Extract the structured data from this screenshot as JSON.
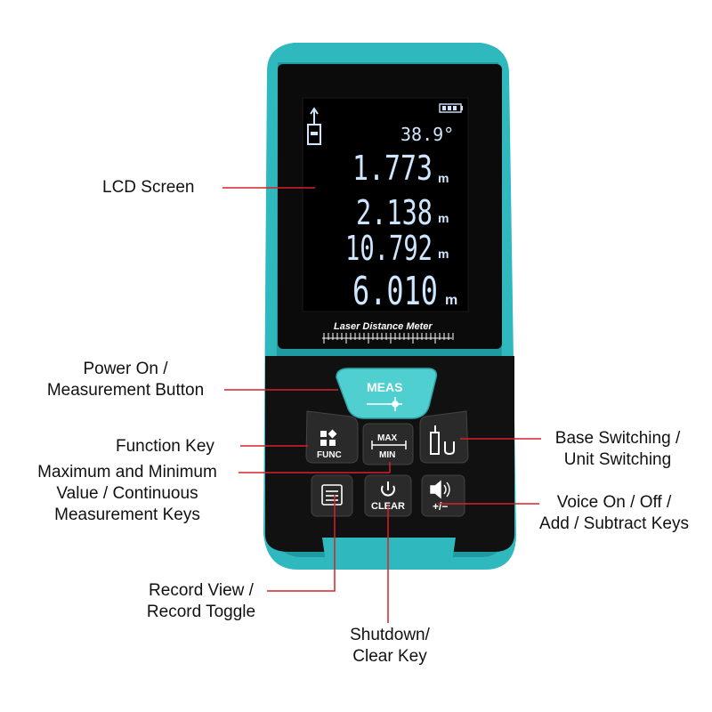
{
  "device": {
    "screen": {
      "angle_reading": "38.9°",
      "readings": [
        {
          "value": "1.773",
          "unit": "m"
        },
        {
          "value": "2.138",
          "unit": "m"
        },
        {
          "value": "10.792",
          "unit": "m"
        },
        {
          "value": "6.010",
          "unit": "m"
        }
      ]
    },
    "brand_text": "Laser  Distance Meter",
    "keys": {
      "meas": "MEAS",
      "func": "FUNC",
      "max": "MAX",
      "min": "MIN",
      "clear": "CLEAR",
      "plus_minus": "+/−"
    },
    "colors": {
      "body": "#111111",
      "accent": "#2fb8bd",
      "screen": "#000000",
      "digits": "#cfe6ff",
      "leader": "#d9212a"
    }
  },
  "labels": {
    "lcd_screen": "LCD Screen",
    "power_on_line1": "Power On /",
    "power_on_line2": "Measurement Button",
    "function_key": "Function Key",
    "maxmin_line1": "Maximum and Minimum",
    "maxmin_line2": "Value / Continuous",
    "maxmin_line3": "Measurement Keys",
    "base_line1": "Base Switching /",
    "base_line2": "Unit Switching",
    "voice_line1": "Voice On / Off /",
    "voice_line2": "Add / Subtract Keys",
    "record_line1": "Record View /",
    "record_line2": "Record Toggle",
    "shutdown_line1": "Shutdown/",
    "shutdown_line2": "Clear Key"
  }
}
